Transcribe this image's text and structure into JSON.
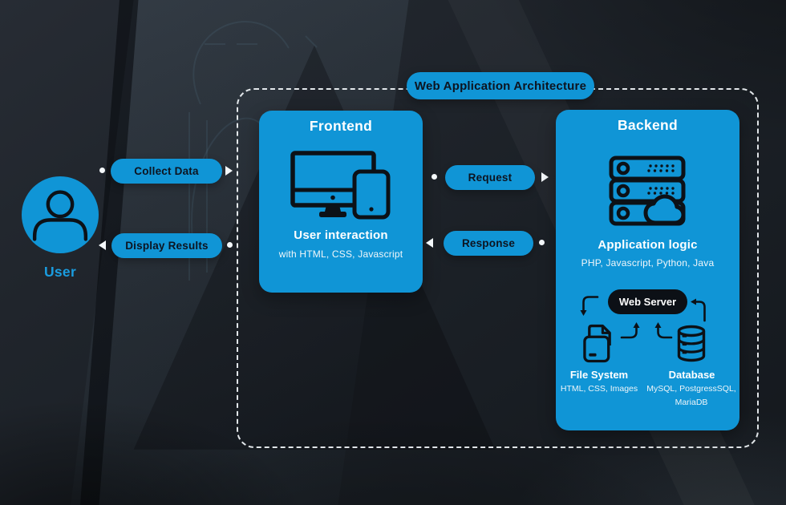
{
  "colors": {
    "accent": "#1095d6",
    "ink": "#0d1420",
    "pill_dark": "#0c1016",
    "label_blue": "#1a9de0",
    "text_light": "#ffffff"
  },
  "frame": {
    "title": "Web Application Architecture"
  },
  "user": {
    "label": "User",
    "icon": "user-avatar-icon"
  },
  "connectors": {
    "collect": {
      "label": "Collect Data"
    },
    "display": {
      "label": "Display Results"
    },
    "request": {
      "label": "Request"
    },
    "response": {
      "label": "Response"
    }
  },
  "frontend": {
    "title": "Frontend",
    "icon": "devices-icon",
    "heading": "User interaction",
    "subheading": "with HTML, CSS, Javascript"
  },
  "backend": {
    "title": "Backend",
    "icon": "server-rack-icon",
    "heading": "Application logic",
    "subheading": "PHP, Javascript, Python, Java",
    "web_server_label": "Web Server",
    "file_system": {
      "title": "File System",
      "subtitle": "HTML, CSS, Images",
      "icon": "folder-file-icon"
    },
    "database": {
      "title": "Database",
      "subtitle_line1": "MySQL, PostgressSQL,",
      "subtitle_line2": "MariaDB",
      "icon": "database-icon"
    }
  }
}
